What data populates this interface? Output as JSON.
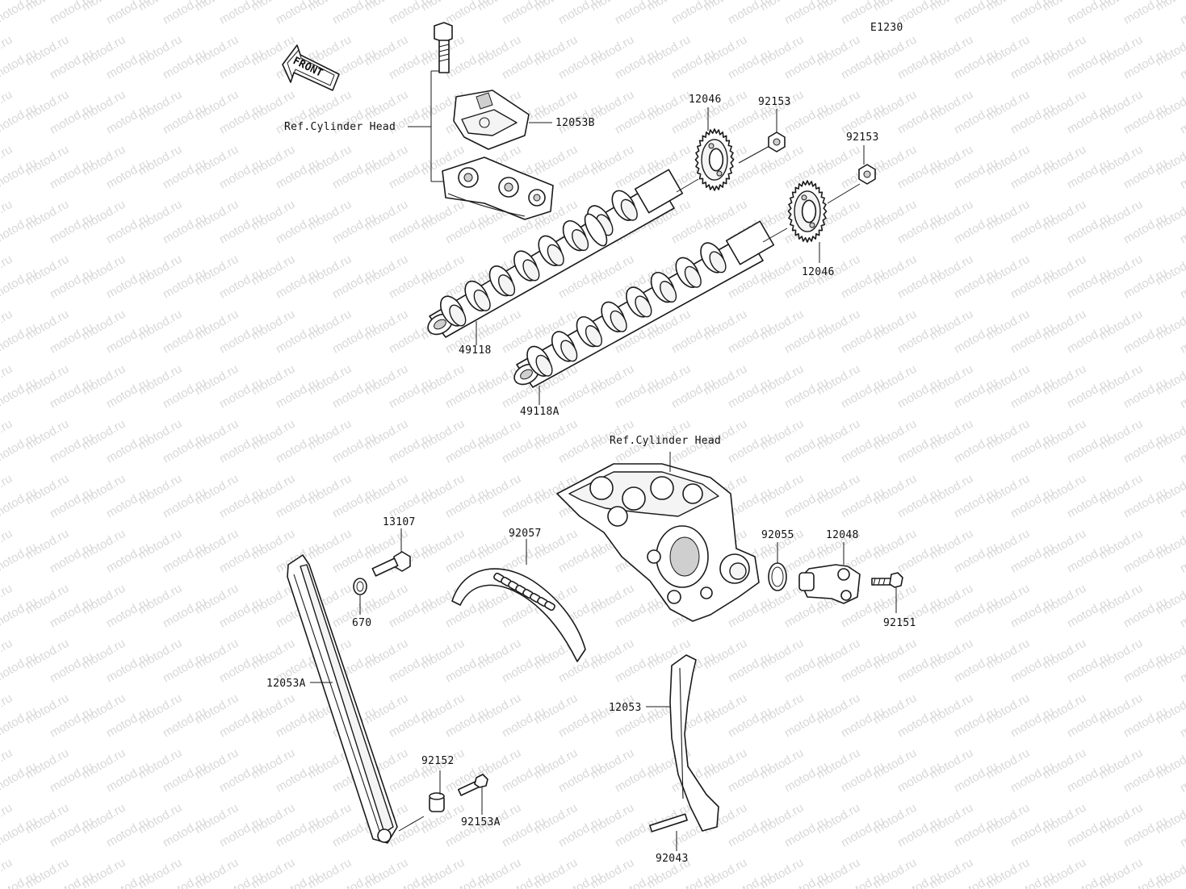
{
  "diagram": {
    "code": "E1230",
    "front_marker": "FRONT",
    "watermark": "motod.ru",
    "references": {
      "cyl_head_top": "Ref.Cylinder Head",
      "cyl_head_mid": "Ref.Cylinder Head"
    },
    "parts": {
      "p12053B": "12053B",
      "p12046_top": "12046",
      "p92153_top": "92153",
      "p92153_right": "92153",
      "p12046_right": "12046",
      "p49118": "49118",
      "p49118A": "49118A",
      "p13107": "13107",
      "p92057": "92057",
      "p670": "670",
      "p92055": "92055",
      "p12048": "12048",
      "p92151": "92151",
      "p12053A": "12053A",
      "p12053": "12053",
      "p92152": "92152",
      "p92153A": "92153A",
      "p92043": "92043"
    }
  }
}
